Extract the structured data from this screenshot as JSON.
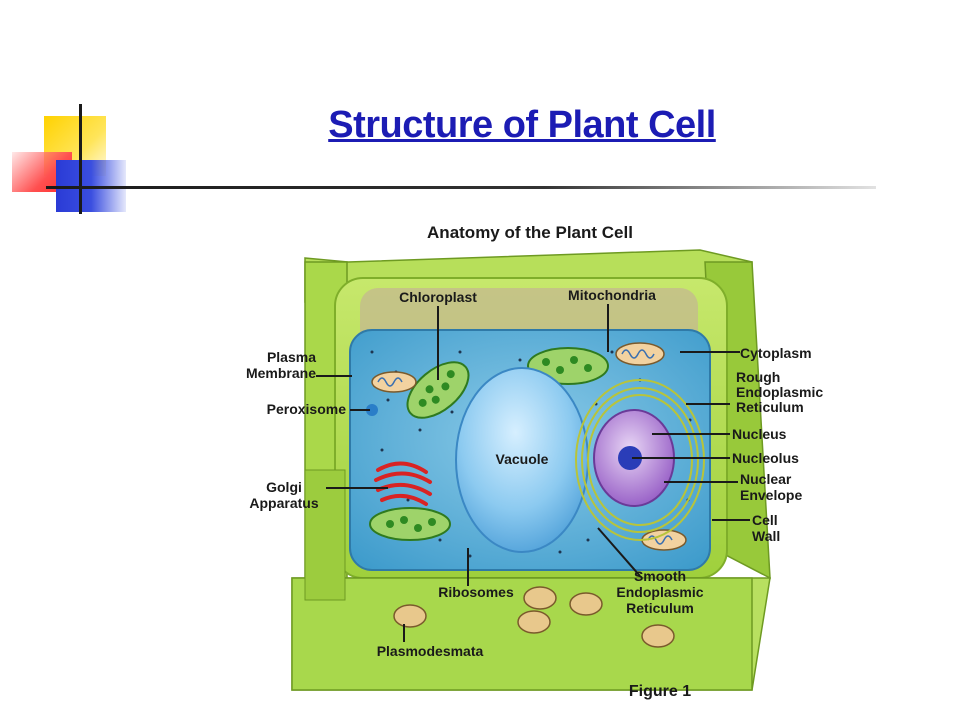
{
  "slide": {
    "title": "Structure of Plant Cell"
  },
  "diagram": {
    "heading": "Anatomy of the Plant Cell",
    "figure_caption": "Figure 1",
    "labels": {
      "chloroplast": "Chloroplast",
      "mitochondria": "Mitochondria",
      "cytoplasm": "Cytoplasm",
      "rough_er": [
        "Rough",
        "Endoplasmic",
        "Reticulum"
      ],
      "plasma_membrane": [
        "Plasma",
        "Membrane"
      ],
      "peroxisome": "Peroxisome",
      "vacuole": "Vacuole",
      "nucleus": "Nucleus",
      "nucleolus": "Nucleolus",
      "nuclear_envelope": [
        "Nuclear",
        "Envelope"
      ],
      "golgi": [
        "Golgi",
        "Apparatus"
      ],
      "cell_wall": [
        "Cell",
        "Wall"
      ],
      "ribosomes": "Ribosomes",
      "smooth_er": [
        "Smooth",
        "Endoplasmic",
        "Reticulum"
      ],
      "plasmodesmata": "Plasmodesmata"
    }
  },
  "colors": {
    "title": "#1c1cb4",
    "cell_wall": "#a6d94a",
    "cytoplasm": "#5fb3de",
    "vacuole": "#7fc4ee",
    "chloroplast": "#3c9e2c",
    "nucleus": "#b183d6",
    "golgi": "#d92323",
    "deco_yellow": "#ffd200",
    "deco_red": "#ff3a3a",
    "deco_blue": "#2a3bd6"
  }
}
